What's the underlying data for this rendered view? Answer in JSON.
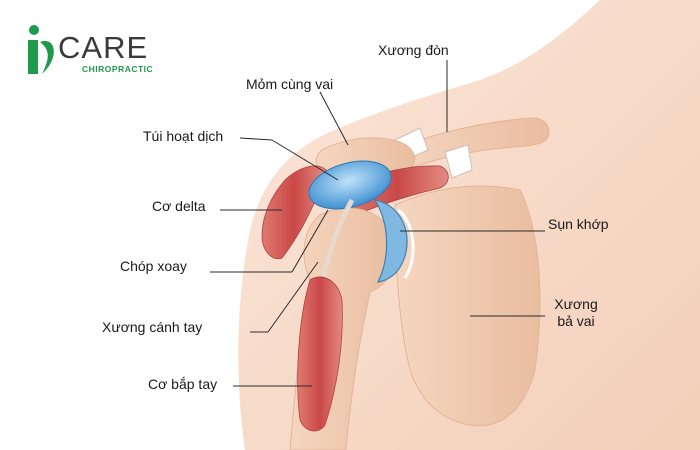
{
  "logo": {
    "brand": "CARE",
    "tagline": "CHIROPRACTIC",
    "icon": "icare-leaf-logo",
    "colors": {
      "green": "#1e9b4a",
      "gray": "#3a3a3a"
    }
  },
  "labels": {
    "clavicle": "Xương đòn",
    "acromion": "Mỏm cùng vai",
    "bursa": "Túi hoạt dịch",
    "deltoid": "Cơ delta",
    "rotator_cuff": "Chóp xoay",
    "cartilage": "Sụn khớp",
    "humerus": "Xương cánh tay",
    "scapula_line1": "Xương",
    "scapula_line2": "bả vai",
    "biceps": "Cơ bắp tay"
  },
  "colors": {
    "skin": "#f7d9c8",
    "bone": "#f0c9ae",
    "muscle": "#c84a4a",
    "bursa": "#5aa6dd",
    "cartilage": "#4a8cc0",
    "leader_line": "#2a2a2a"
  }
}
